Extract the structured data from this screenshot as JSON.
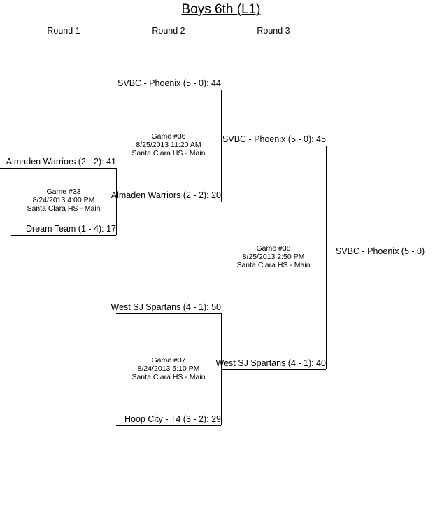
{
  "title": "Boys 6th (L1)",
  "rounds": [
    "Round 1",
    "Round 2",
    "Round 3"
  ],
  "teams": {
    "r2_top_a": "SVBC - Phoenix (5 - 0):  44",
    "r1_top": "Almaden Warriors (2 - 2):  41",
    "r1_bottom": "Dream Team (1 - 4):  17",
    "r2_top_b": "Almaden Warriors (2 - 2):  20",
    "r3_top": "SVBC - Phoenix (5 - 0):  45",
    "r2_bottom_a": "West SJ Spartans (4 - 1):  50",
    "r2_bottom_b": "Hoop City - T4 (3 - 2):  29",
    "r3_bottom": "West SJ Spartans (4 - 1):  40",
    "champion": "SVBC - Phoenix (5 - 0)"
  },
  "games": {
    "g33": {
      "number": "Game #33",
      "datetime": "8/24/2013 4:00 PM",
      "location": "Santa Clara HS - Main"
    },
    "g36": {
      "number": "Game #36",
      "datetime": "8/25/2013 11:20 AM",
      "location": "Santa Clara HS - Main"
    },
    "g37": {
      "number": "Game #37",
      "datetime": "8/24/2013 5:10 PM",
      "location": "Santa Clara HS - Main"
    },
    "g38": {
      "number": "Game #38",
      "datetime": "8/25/2013 2:50 PM",
      "location": "Santa Clara HS - Main"
    }
  }
}
